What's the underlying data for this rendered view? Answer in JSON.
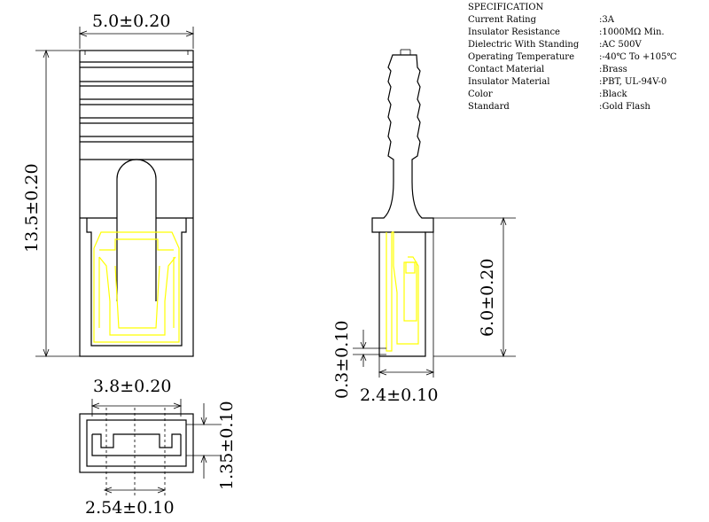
{
  "dimensions": {
    "top_width": "5.0±0.20",
    "height": "13.5±0.20",
    "base_width": "3.8±0.20",
    "base_height": "1.35±0.10",
    "pitch": "2.54±0.10",
    "side_height": "6.0±0.20",
    "pin_thickness": "0.3±0.10",
    "side_width": "2.4±0.10"
  },
  "specification": {
    "title": "SPECIFICATION",
    "rows": [
      {
        "label": "Current Rating",
        "value": ":3A"
      },
      {
        "label": "Insulator Resistance",
        "value": ":1000MΩ  Min."
      },
      {
        "label": "Dielectric With Standing",
        "value": ":AC 500V"
      },
      {
        "label": "Operating Temperature",
        "value": ":-40℃  To +105℃"
      },
      {
        "label": "Contact Material",
        "value": ":Brass"
      },
      {
        "label": "Insulator Material",
        "value": ":PBT, UL-94V-0"
      },
      {
        "label": "Color",
        "value": ":Black"
      },
      {
        "label": "Standard",
        "value": ":Gold Flash"
      }
    ]
  },
  "colors": {
    "outline": "#000000",
    "contact": "#ffff00",
    "background": "#ffffff"
  }
}
